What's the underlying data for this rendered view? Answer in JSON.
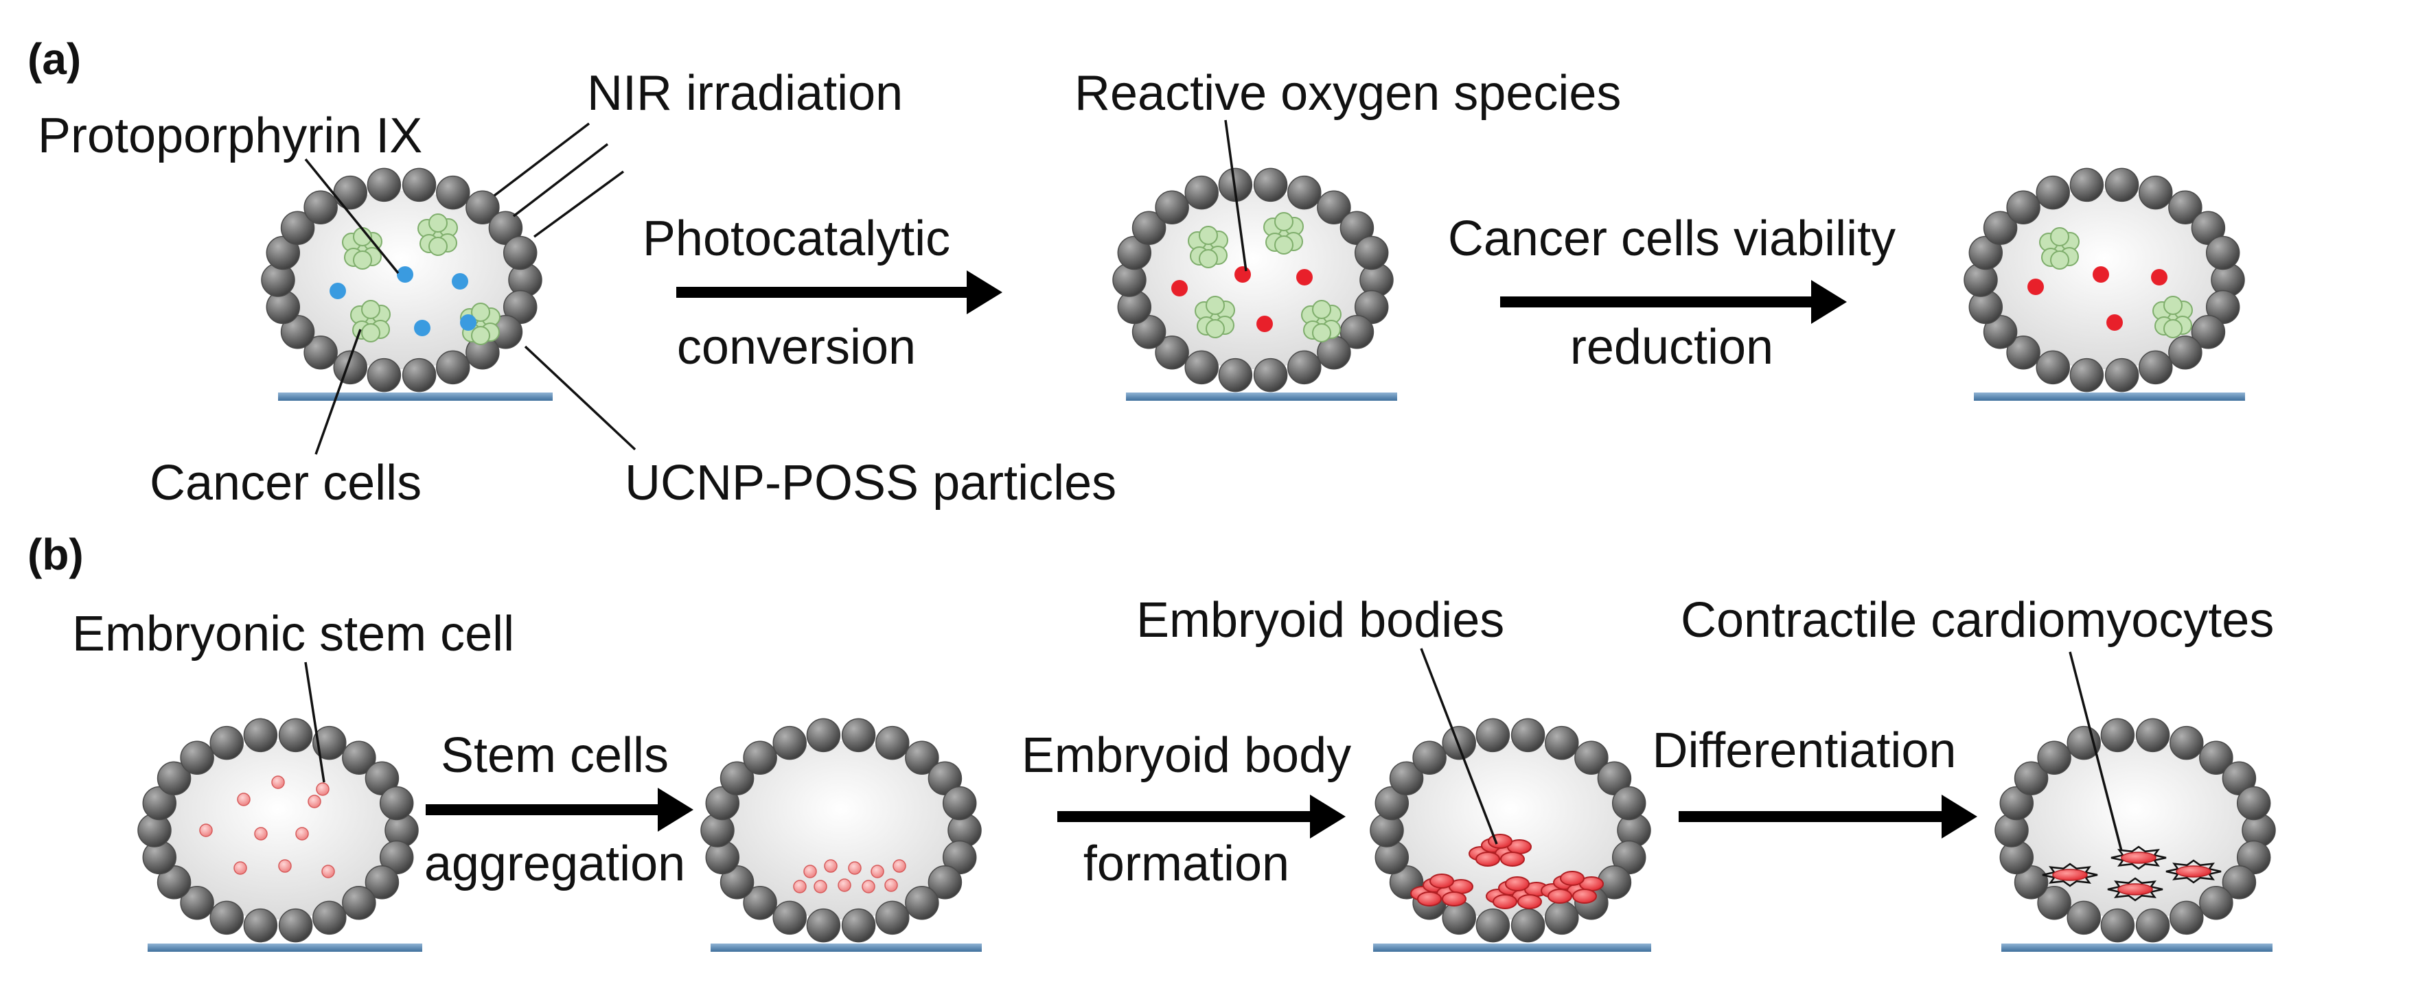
{
  "panels": {
    "a": {
      "label": "(a)",
      "annotations": {
        "nir": "NIR irradiation",
        "ppix": "Protoporphyrin IX",
        "ros": "Reactive oxygen species",
        "cancer": "Cancer cells",
        "ucnp": "UCNP-POSS particles"
      },
      "steps": [
        {
          "line1": "Photocatalytic",
          "line2": "conversion"
        },
        {
          "line1": "Cancer cells viability",
          "line2": "reduction"
        }
      ]
    },
    "b": {
      "label": "(b)",
      "annotations": {
        "esc": "Embryonic stem cell",
        "eb": "Embryoid bodies",
        "cardio": "Contractile cardiomyocytes"
      },
      "steps": [
        {
          "line1": "Stem cells",
          "line2": "aggregation"
        },
        {
          "line1": "Embryoid body",
          "line2": "formation"
        },
        {
          "line1": "Differentiation",
          "line2": ""
        }
      ]
    }
  },
  "colors": {
    "shell": "#6e6e6e",
    "substrate": "#5b87b0",
    "ppix_dot": "#3a9be0",
    "ros_dot": "#e8202a",
    "cancer_cell": "#c5e3b5",
    "stem_cell": "#f08c8c",
    "embryoid": "#e83a3a",
    "arrow": "#000000"
  }
}
